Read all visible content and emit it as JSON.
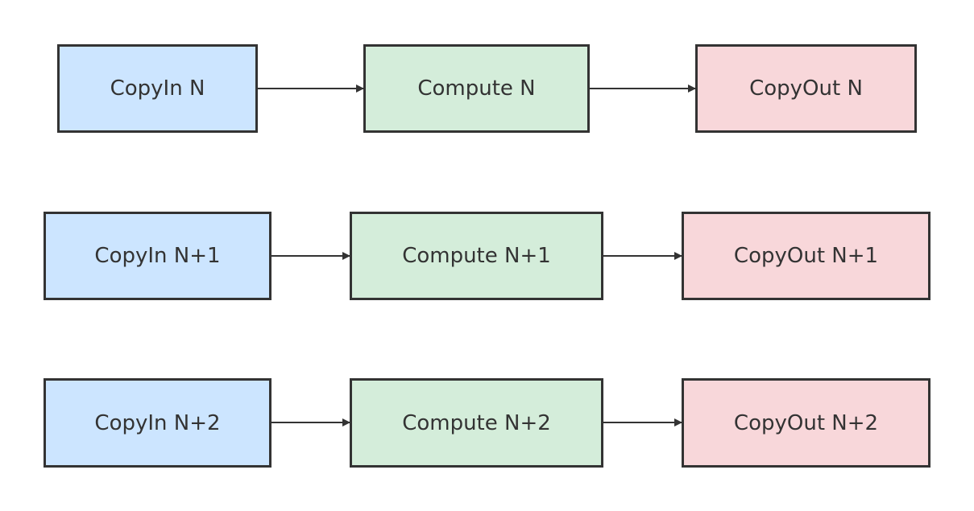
{
  "colors": {
    "copyin_fill": "#cce5ff",
    "compute_fill": "#d4edda",
    "copyout_fill": "#f8d7da",
    "stroke": "#333333",
    "text": "#333333"
  },
  "diagram": {
    "rows": [
      {
        "copyin": "CopyIn N",
        "compute": "Compute N",
        "copyout": "CopyOut N"
      },
      {
        "copyin": "CopyIn N+1",
        "compute": "Compute N+1",
        "copyout": "CopyOut N+1"
      },
      {
        "copyin": "CopyIn N+2",
        "compute": "Compute N+2",
        "copyout": "CopyOut N+2"
      }
    ],
    "edges": [
      {
        "from": "CopyIn N",
        "to": "Compute N"
      },
      {
        "from": "Compute N",
        "to": "CopyOut N"
      },
      {
        "from": "CopyIn N+1",
        "to": "Compute N+1"
      },
      {
        "from": "Compute N+1",
        "to": "CopyOut N+1"
      },
      {
        "from": "CopyIn N+2",
        "to": "Compute N+2"
      },
      {
        "from": "Compute N+2",
        "to": "CopyOut N+2"
      }
    ]
  }
}
